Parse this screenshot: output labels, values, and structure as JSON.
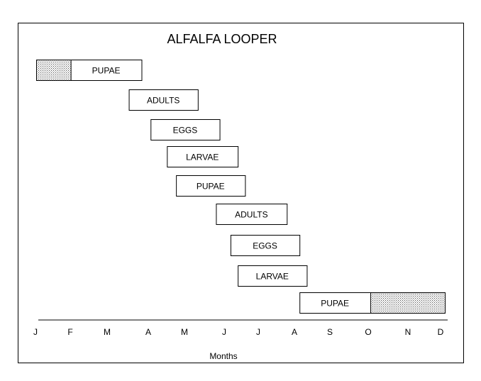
{
  "chart_data": {
    "type": "gantt",
    "title": "ALFALFA LOOPER",
    "xlabel": "Months",
    "ylabel": "",
    "month_ticks": [
      "J",
      "F",
      "M",
      "A",
      "M",
      "J",
      "J",
      "A",
      "S",
      "O",
      "N",
      "D"
    ],
    "x_unit": "month index (0 = start of January)",
    "xlim": [
      0,
      11.25
    ],
    "grid": false,
    "legend": "none",
    "bars": [
      {
        "label": "PUPAE",
        "start": 0.0,
        "end": 2.9,
        "shaded": [
          [
            0.0,
            0.95
          ]
        ]
      },
      {
        "label": "ADULTS",
        "start": 2.55,
        "end": 4.45,
        "shaded": []
      },
      {
        "label": "EGGS",
        "start": 3.15,
        "end": 5.05,
        "shaded": []
      },
      {
        "label": "LARVAE",
        "start": 3.6,
        "end": 5.55,
        "shaded": []
      },
      {
        "label": "PUPAE",
        "start": 3.85,
        "end": 5.75,
        "shaded": []
      },
      {
        "label": "ADULTS",
        "start": 4.95,
        "end": 6.9,
        "shaded": []
      },
      {
        "label": "EGGS",
        "start": 5.35,
        "end": 7.25,
        "shaded": []
      },
      {
        "label": "LARVAE",
        "start": 5.55,
        "end": 7.45,
        "shaded": []
      },
      {
        "label": "PUPAE",
        "start": 7.25,
        "end": 11.25,
        "shaded": [
          [
            9.2,
            11.25
          ]
        ]
      }
    ],
    "colors": {
      "bar_fill": "#ffffff",
      "shade": "#b8b8b8",
      "line": "#000000"
    }
  }
}
